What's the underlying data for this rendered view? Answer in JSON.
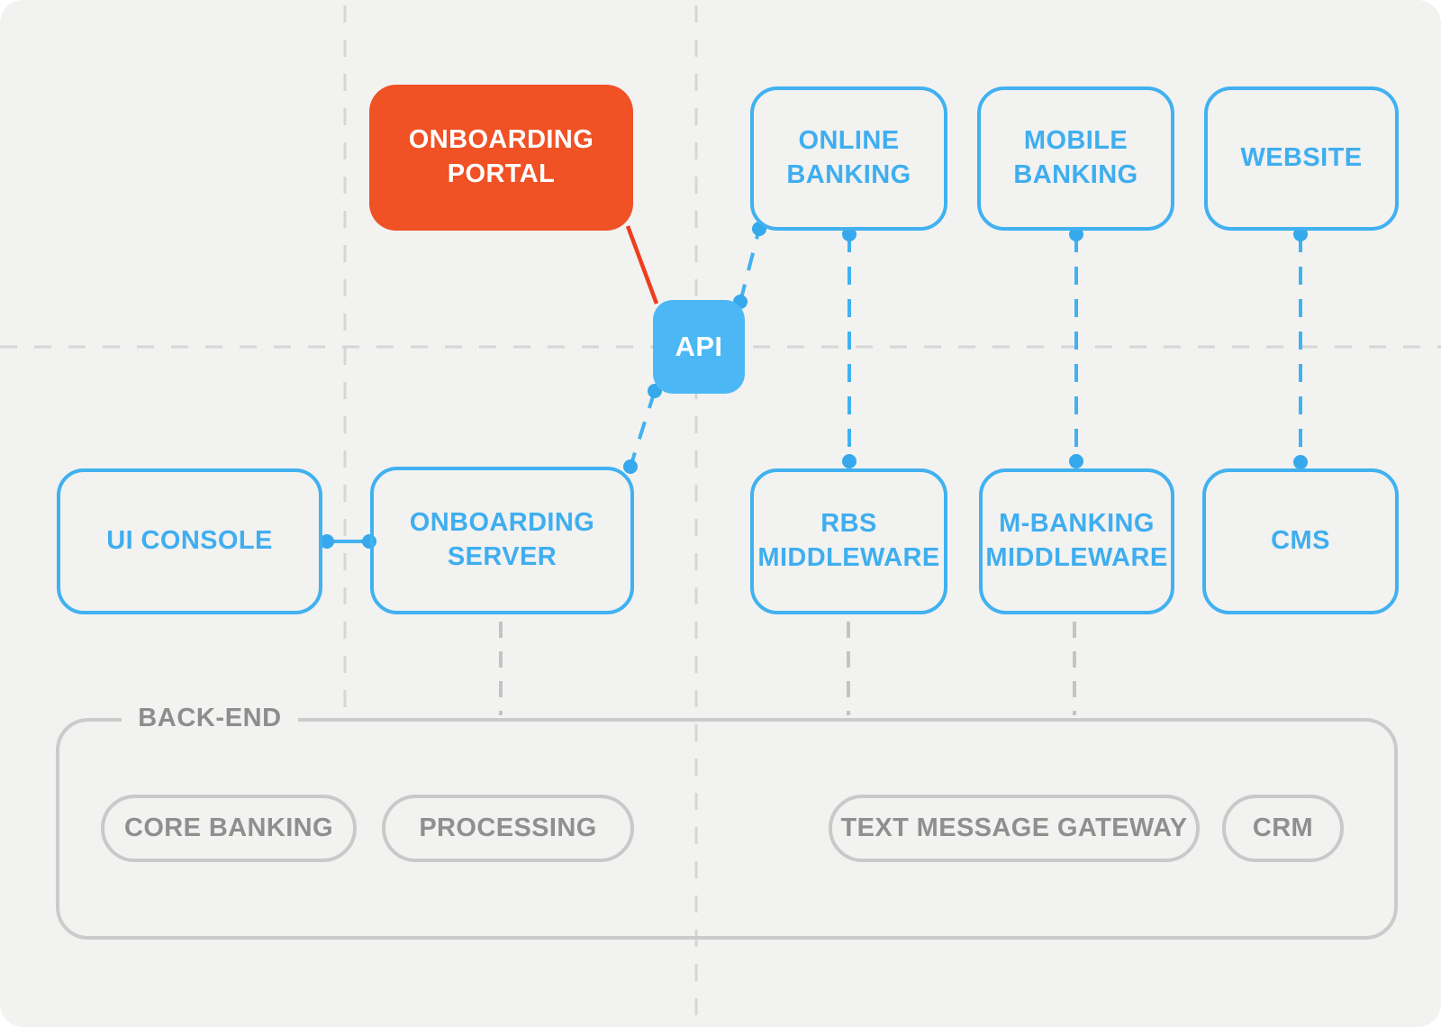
{
  "colors": {
    "background": "#F2F2F1",
    "accent_orange_fill": "#F05125",
    "accent_orange_line": "#EF3D1D",
    "accent_blue": "#41B1F0",
    "api_fill": "#4BB8F5",
    "blue_text": "#3FAEEF",
    "gray_border": "#CBCBCB",
    "gray_pill_border": "#C9C9C9",
    "gray_text": "#8D8D8D",
    "guide_dash": "#D6D6D6",
    "stub_dash": "#C3C3C3"
  },
  "nodes": {
    "onboarding_portal": {
      "label": "ONBOARDING\nPORTAL"
    },
    "online_banking": {
      "label": "ONLINE\nBANKING"
    },
    "mobile_banking": {
      "label": "MOBILE\nBANKING"
    },
    "website": {
      "label": "WEBSITE"
    },
    "api": {
      "label": "API"
    },
    "ui_console": {
      "label": "UI CONSOLE"
    },
    "onboarding_server": {
      "label": "ONBOARDING\nSERVER"
    },
    "rbs_middleware": {
      "label": "RBS\nMIDDLEWARE"
    },
    "mbanking_middleware": {
      "label": "M-BANKING\nMIDDLEWARE"
    },
    "cms": {
      "label": "CMS"
    }
  },
  "backend": {
    "label": "BACK-END",
    "pills": {
      "core_banking": "CORE BANKING",
      "processing": "PROCESSING",
      "text_message_gateway": "TEXT MESSAGE GATEWAY",
      "crm": "CRM"
    }
  }
}
